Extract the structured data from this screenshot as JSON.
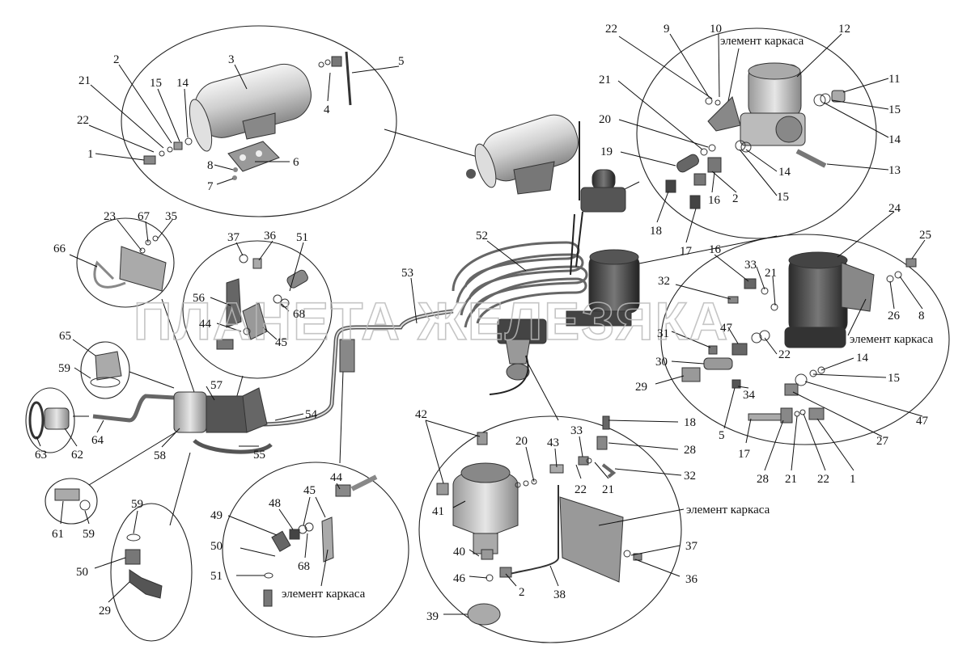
{
  "watermark": "ПЛАНЕТА ЖЕЛЕЗЯКА",
  "frame_element_text": "элемент каркаса",
  "callouts": [
    {
      "id": "c1",
      "text": "1"
    },
    {
      "id": "c2",
      "text": "2"
    },
    {
      "id": "c3",
      "text": "3"
    },
    {
      "id": "c4",
      "text": "4"
    },
    {
      "id": "c5",
      "text": "5"
    },
    {
      "id": "c6",
      "text": "6"
    },
    {
      "id": "c7",
      "text": "7"
    },
    {
      "id": "c8",
      "text": "8"
    },
    {
      "id": "c14",
      "text": "14"
    },
    {
      "id": "c15",
      "text": "15"
    },
    {
      "id": "c21",
      "text": "21"
    },
    {
      "id": "c22",
      "text": "22"
    },
    {
      "id": "c9",
      "text": "9"
    },
    {
      "id": "c10",
      "text": "10"
    },
    {
      "id": "c11",
      "text": "11"
    },
    {
      "id": "c12",
      "text": "12"
    },
    {
      "id": "c13",
      "text": "13"
    },
    {
      "id": "c14b",
      "text": "14"
    },
    {
      "id": "c14c",
      "text": "14"
    },
    {
      "id": "c15b",
      "text": "15"
    },
    {
      "id": "c15c",
      "text": "15"
    },
    {
      "id": "c16",
      "text": "16"
    },
    {
      "id": "c17",
      "text": "17"
    },
    {
      "id": "c18",
      "text": "18"
    },
    {
      "id": "c19",
      "text": "19"
    },
    {
      "id": "c20",
      "text": "20"
    },
    {
      "id": "c21b",
      "text": "21"
    },
    {
      "id": "c22b",
      "text": "22"
    },
    {
      "id": "c2b",
      "text": "2"
    },
    {
      "id": "c24",
      "text": "24"
    },
    {
      "id": "c25",
      "text": "25"
    },
    {
      "id": "c16b",
      "text": "16"
    },
    {
      "id": "c33",
      "text": "33"
    },
    {
      "id": "c21c",
      "text": "21"
    },
    {
      "id": "c32",
      "text": "32"
    },
    {
      "id": "c26",
      "text": "26"
    },
    {
      "id": "c8b",
      "text": "8"
    },
    {
      "id": "c31",
      "text": "31"
    },
    {
      "id": "c47",
      "text": "47"
    },
    {
      "id": "c22c",
      "text": "22"
    },
    {
      "id": "c30",
      "text": "30"
    },
    {
      "id": "c14d",
      "text": "14"
    },
    {
      "id": "c15d",
      "text": "15"
    },
    {
      "id": "c29",
      "text": "29"
    },
    {
      "id": "c34",
      "text": "34"
    },
    {
      "id": "c47b",
      "text": "47"
    },
    {
      "id": "c5b",
      "text": "5"
    },
    {
      "id": "c27",
      "text": "27"
    },
    {
      "id": "c17b",
      "text": "17"
    },
    {
      "id": "c28",
      "text": "28"
    },
    {
      "id": "c21d",
      "text": "21"
    },
    {
      "id": "c22d",
      "text": "22"
    },
    {
      "id": "c1b",
      "text": "1"
    },
    {
      "id": "c52",
      "text": "52"
    },
    {
      "id": "c53",
      "text": "53"
    },
    {
      "id": "c54",
      "text": "54"
    },
    {
      "id": "c55",
      "text": "55"
    },
    {
      "id": "c23",
      "text": "23"
    },
    {
      "id": "c67",
      "text": "67"
    },
    {
      "id": "c35",
      "text": "35"
    },
    {
      "id": "c66",
      "text": "66"
    },
    {
      "id": "c37",
      "text": "37"
    },
    {
      "id": "c36",
      "text": "36"
    },
    {
      "id": "c51",
      "text": "51"
    },
    {
      "id": "c56",
      "text": "56"
    },
    {
      "id": "c68",
      "text": "68"
    },
    {
      "id": "c44",
      "text": "44"
    },
    {
      "id": "c45",
      "text": "45"
    },
    {
      "id": "c65",
      "text": "65"
    },
    {
      "id": "c59",
      "text": "59"
    },
    {
      "id": "c57",
      "text": "57"
    },
    {
      "id": "c63",
      "text": "63"
    },
    {
      "id": "c62",
      "text": "62"
    },
    {
      "id": "c64",
      "text": "64"
    },
    {
      "id": "c58",
      "text": "58"
    },
    {
      "id": "c61",
      "text": "61"
    },
    {
      "id": "c59b",
      "text": "59"
    },
    {
      "id": "c59c",
      "text": "59"
    },
    {
      "id": "c50",
      "text": "50"
    },
    {
      "id": "c29b",
      "text": "29"
    },
    {
      "id": "c49",
      "text": "49"
    },
    {
      "id": "c48",
      "text": "48"
    },
    {
      "id": "c45b",
      "text": "45"
    },
    {
      "id": "c44b",
      "text": "44"
    },
    {
      "id": "c50b",
      "text": "50"
    },
    {
      "id": "c68b",
      "text": "68"
    },
    {
      "id": "c51b",
      "text": "51"
    },
    {
      "id": "c42",
      "text": "42"
    },
    {
      "id": "c20b",
      "text": "20"
    },
    {
      "id": "c43",
      "text": "43"
    },
    {
      "id": "c33b",
      "text": "33"
    },
    {
      "id": "c18b",
      "text": "18"
    },
    {
      "id": "c28b",
      "text": "28"
    },
    {
      "id": "c32b",
      "text": "32"
    },
    {
      "id": "c41",
      "text": "41"
    },
    {
      "id": "c22e",
      "text": "22"
    },
    {
      "id": "c21e",
      "text": "21"
    },
    {
      "id": "c40",
      "text": "40"
    },
    {
      "id": "c46",
      "text": "46"
    },
    {
      "id": "c2c",
      "text": "2"
    },
    {
      "id": "c38",
      "text": "38"
    },
    {
      "id": "c37b",
      "text": "37"
    },
    {
      "id": "c36b",
      "text": "36"
    },
    {
      "id": "c39",
      "text": "39"
    }
  ]
}
